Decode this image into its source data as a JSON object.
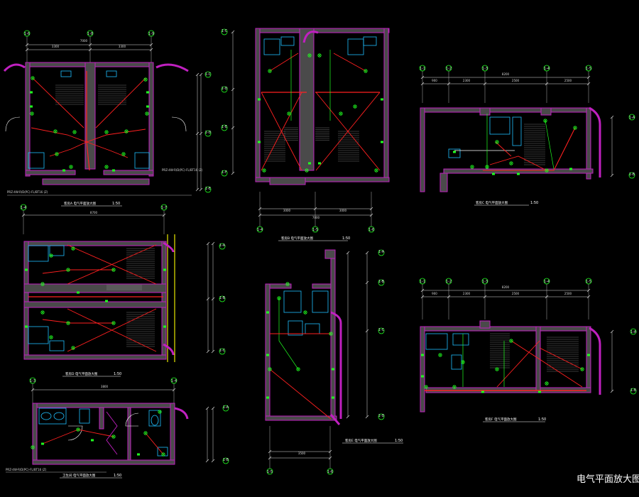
{
  "drawing": {
    "title": "电气平面放大图",
    "colors": {
      "background": "#000000",
      "wall": "#c020c0",
      "wall_fill": "#4a4a4a",
      "axis_line": "#ffff00",
      "circuit": "#ff2020",
      "device": "#20ff20",
      "text": "#ffffff",
      "dimension": "#e0e0e0",
      "fixture": "#20c0ff"
    },
    "panels": [
      {
        "id": "p1",
        "caption": "客房A 电气平面放大图",
        "scale": "1:50",
        "top_dims": [
          "3300",
          "3300"
        ],
        "top_total": "7000",
        "top_axes": [
          "1-6",
          "1-8",
          "1-9"
        ],
        "side_axes": [
          "1-C",
          "1-D",
          "1-E"
        ],
        "notes": [
          "PRZ-4W-R/D(PC)-FL/BT16 (Z)",
          "PRZ-4W-R/D(PC)-FL/BT16 (Z)"
        ]
      },
      {
        "id": "p2",
        "caption": "客房B 电气平面放大图",
        "scale": "1:50",
        "bottom_dims": [
          "3000",
          "3000"
        ],
        "bottom_total": "7000",
        "bottom_axes": [
          "1-4",
          "1-5",
          "1-6"
        ],
        "side_axes": [
          "1-C",
          "1-D",
          "1-E",
          "1-F"
        ]
      },
      {
        "id": "p3",
        "caption": "客房C 电气平面放大图",
        "scale": "1:50",
        "top_dims": [
          "900",
          "2300",
          "2500",
          "2500"
        ],
        "top_total": "8200",
        "top_axes": [
          "1-1",
          "1-2",
          "1-3",
          "1-4",
          "1-5"
        ],
        "side_axes": [
          "1-A",
          "1-B"
        ]
      },
      {
        "id": "p4",
        "caption": "客房D 电气平面放大图",
        "scale": "1:50",
        "top_dims": [
          "8700"
        ],
        "top_axes": [
          "1-4",
          "1-7"
        ],
        "side_axes": [
          "1-A",
          "1-B",
          "1-C"
        ]
      },
      {
        "id": "p5",
        "caption": "客房E 电气平面放大图",
        "scale": "1:50",
        "side_axes": [
          "1-A",
          "1-B",
          "1-C",
          "1-D"
        ],
        "bottom_dims": [
          "3500"
        ],
        "bottom_axes": [
          "1-5",
          "1-6"
        ]
      },
      {
        "id": "p6",
        "caption": "客房F 电气平面放大图",
        "scale": "1:50",
        "top_dims": [
          "900",
          "2300",
          "2500",
          "2500"
        ],
        "top_total": "8200",
        "top_axes": [
          "1-1",
          "1-2",
          "1-3",
          "1-4",
          "1-5"
        ],
        "side_axes": [
          "1-A",
          "1-B"
        ]
      },
      {
        "id": "p7",
        "caption": "卫生间 电气平面放大图",
        "scale": "1:50",
        "top_dims": [
          "3800"
        ],
        "top_axes": [
          "1-3",
          "1-4"
        ],
        "side_axes": [
          "1-A",
          "1-B"
        ],
        "notes": [
          "PRZ-4W-R/D(PC)-FL/BT16 (Z)"
        ]
      }
    ]
  }
}
